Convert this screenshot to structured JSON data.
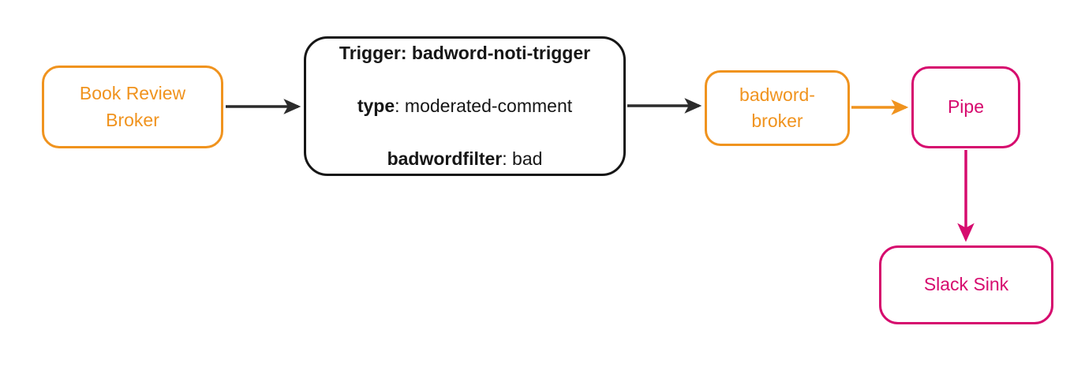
{
  "diagram": {
    "title": "event flow diagram",
    "colors": {
      "broker_accent": "#F0931E",
      "sink_accent": "#D60B6E",
      "trigger_outline": "#161616",
      "edge_dark": "#2B2B2B",
      "background": "#FFFFFF"
    },
    "nodes": {
      "book_review_broker": {
        "label": "Book Review\nBroker"
      },
      "trigger": {
        "line1": "Trigger: badword-noti-trigger",
        "line2_key": "type",
        "line2_rest": ": moderated-comment",
        "line3_key": "badwordfilter",
        "line3_rest": ": bad"
      },
      "badword_broker": {
        "label": "badword-\nbroker"
      },
      "pipe": {
        "label": "Pipe"
      },
      "slack_sink": {
        "label": "Slack Sink"
      }
    },
    "edges": [
      {
        "name": "book-review-broker-to-trigger",
        "from": "Book Review Broker",
        "to": "Trigger",
        "color": "#2B2B2B"
      },
      {
        "name": "trigger-to-badword-broker",
        "from": "Trigger",
        "to": "badword-broker",
        "color": "#2B2B2B"
      },
      {
        "name": "badword-broker-to-pipe",
        "from": "badword-broker",
        "to": "Pipe",
        "color": "#F0931E"
      },
      {
        "name": "pipe-to-slack-sink",
        "from": "Pipe",
        "to": "Slack Sink",
        "color": "#D60B6E"
      }
    ]
  }
}
